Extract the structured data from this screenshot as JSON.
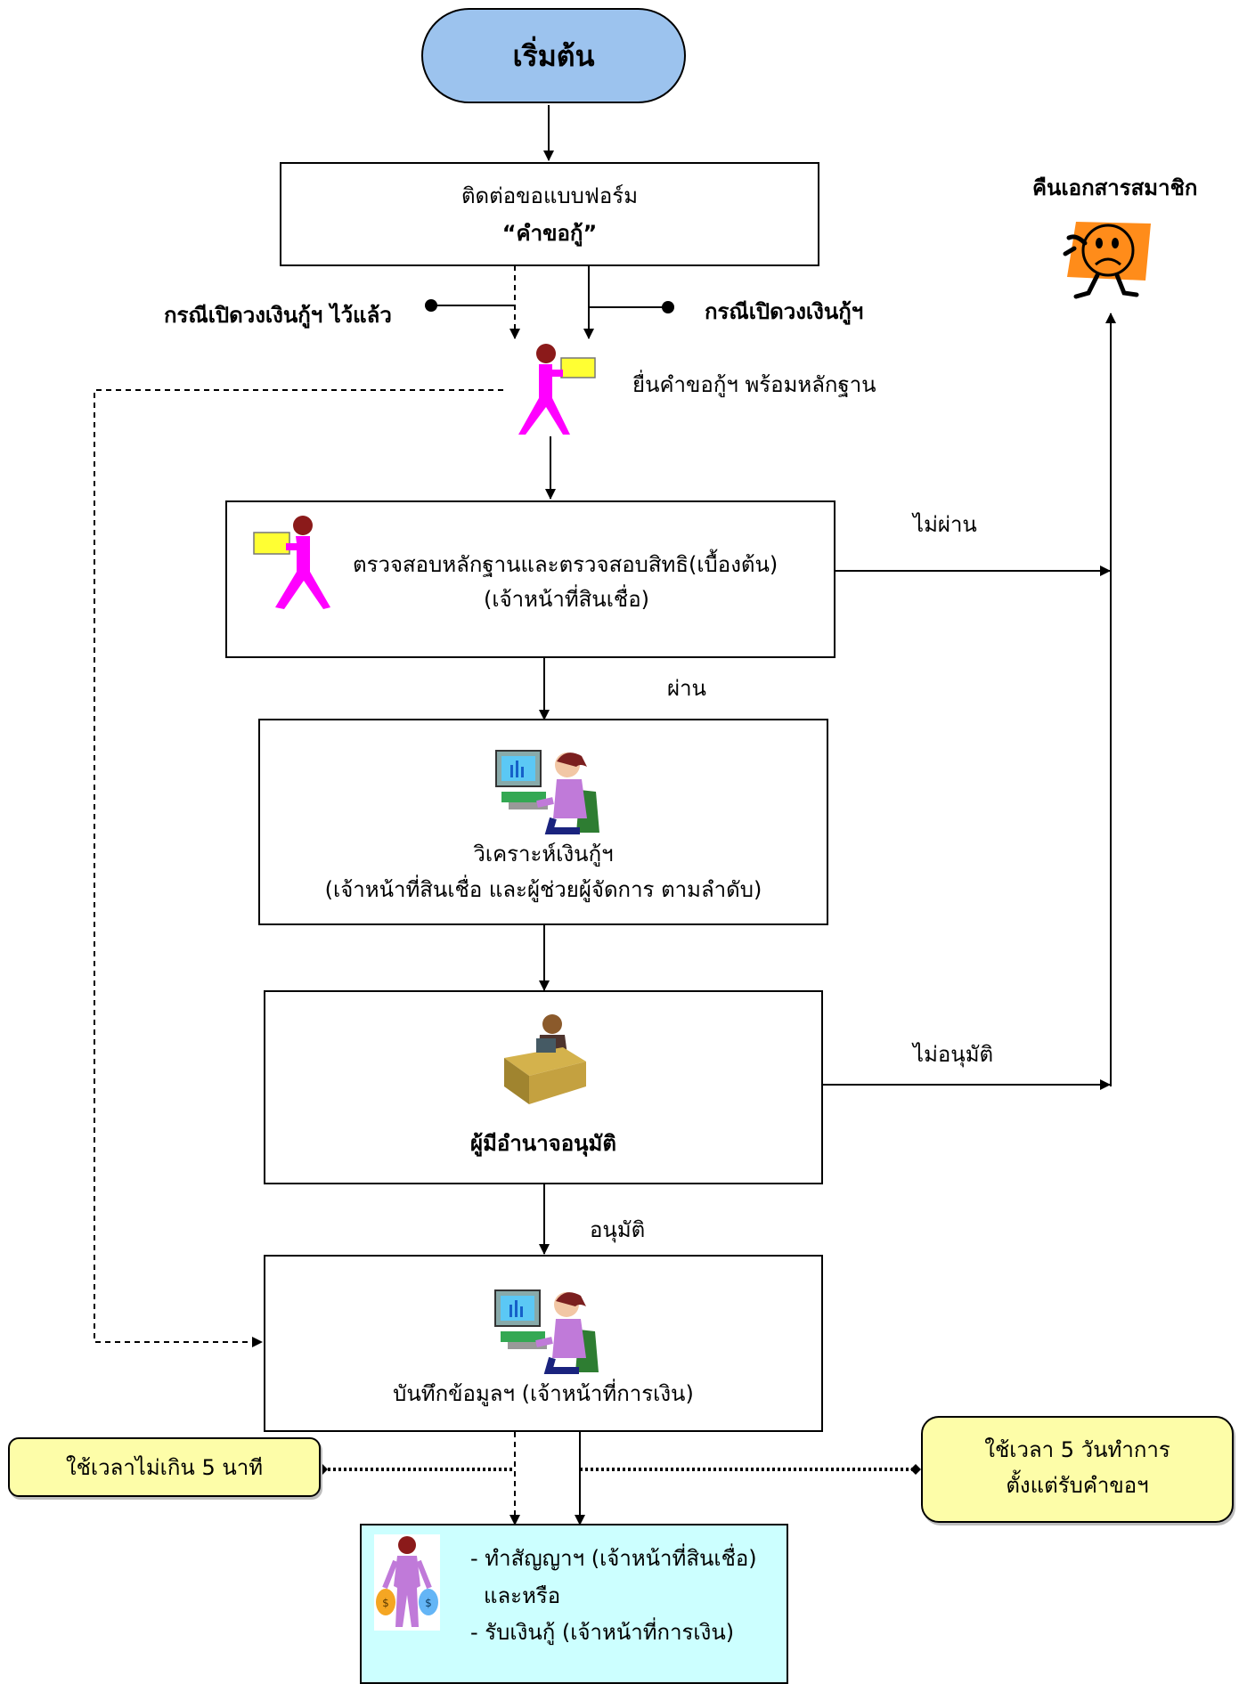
{
  "start": {
    "label": "เริ่มต้น"
  },
  "step1": {
    "line1": "ติดต่อขอแบบฟอร์ม",
    "line2": "“คำขอกู้”"
  },
  "branch_left": "กรณีเปิดวงเงินกู้ฯ ไว้แล้ว",
  "branch_right": "กรณีเปิดวงเงินกู้ฯ",
  "submit": "ยื่นคำขอกู้ฯ พร้อมหลักฐาน",
  "return_docs": "คืนเอกสารสมาชิก",
  "step2": {
    "line1": "ตรวจสอบหลักฐานและตรวจสอบสิทธิ(เบื้องต้น)",
    "line2": "(เจ้าหน้าที่สินเชื่อ)"
  },
  "label_fail": "ไม่ผ่าน",
  "label_pass": "ผ่าน",
  "step3": {
    "line1": "วิเคราะห์เงินกู้ฯ",
    "line2": "(เจ้าหน้าที่สินเชื่อ และผู้ช่วยผู้จัดการ ตามลำดับ)"
  },
  "step4": {
    "line1": "ผู้มีอำนาจอนุมัติ"
  },
  "label_not_approved": "ไม่อนุมัติ",
  "label_approved": "อนุมัติ",
  "step5": {
    "line1": "บันทึกข้อมูลฯ (เจ้าหน้าที่การเงิน)"
  },
  "note_left": "ใช้เวลาไม่เกิน 5  นาที",
  "note_right": {
    "line1": "ใช้เวลา 5 วันทำการ",
    "line2": "ตั้งแต่รับคำขอฯ"
  },
  "final": {
    "line1": "- ทำสัญญาฯ (เจ้าหน้าที่สินเชื่อ)",
    "line2": "และหรือ",
    "line3": "- รับเงินกู้ (เจ้าหน้าที่การเงิน)"
  },
  "colors": {
    "start_fill": "#9cc3ee",
    "note_fill": "#fdfda8",
    "final_fill": "#ccffff",
    "person_magenta": "#ff00ff",
    "person_head": "#8b1a1a",
    "folder_yellow": "#ffff33",
    "face_orange": "#ff8c1a"
  },
  "icons": [
    "person-carrying-documents-icon",
    "sad-face-icon",
    "computer-worker-icon",
    "manager-at-desk-icon",
    "person-with-money-bags-icon"
  ]
}
